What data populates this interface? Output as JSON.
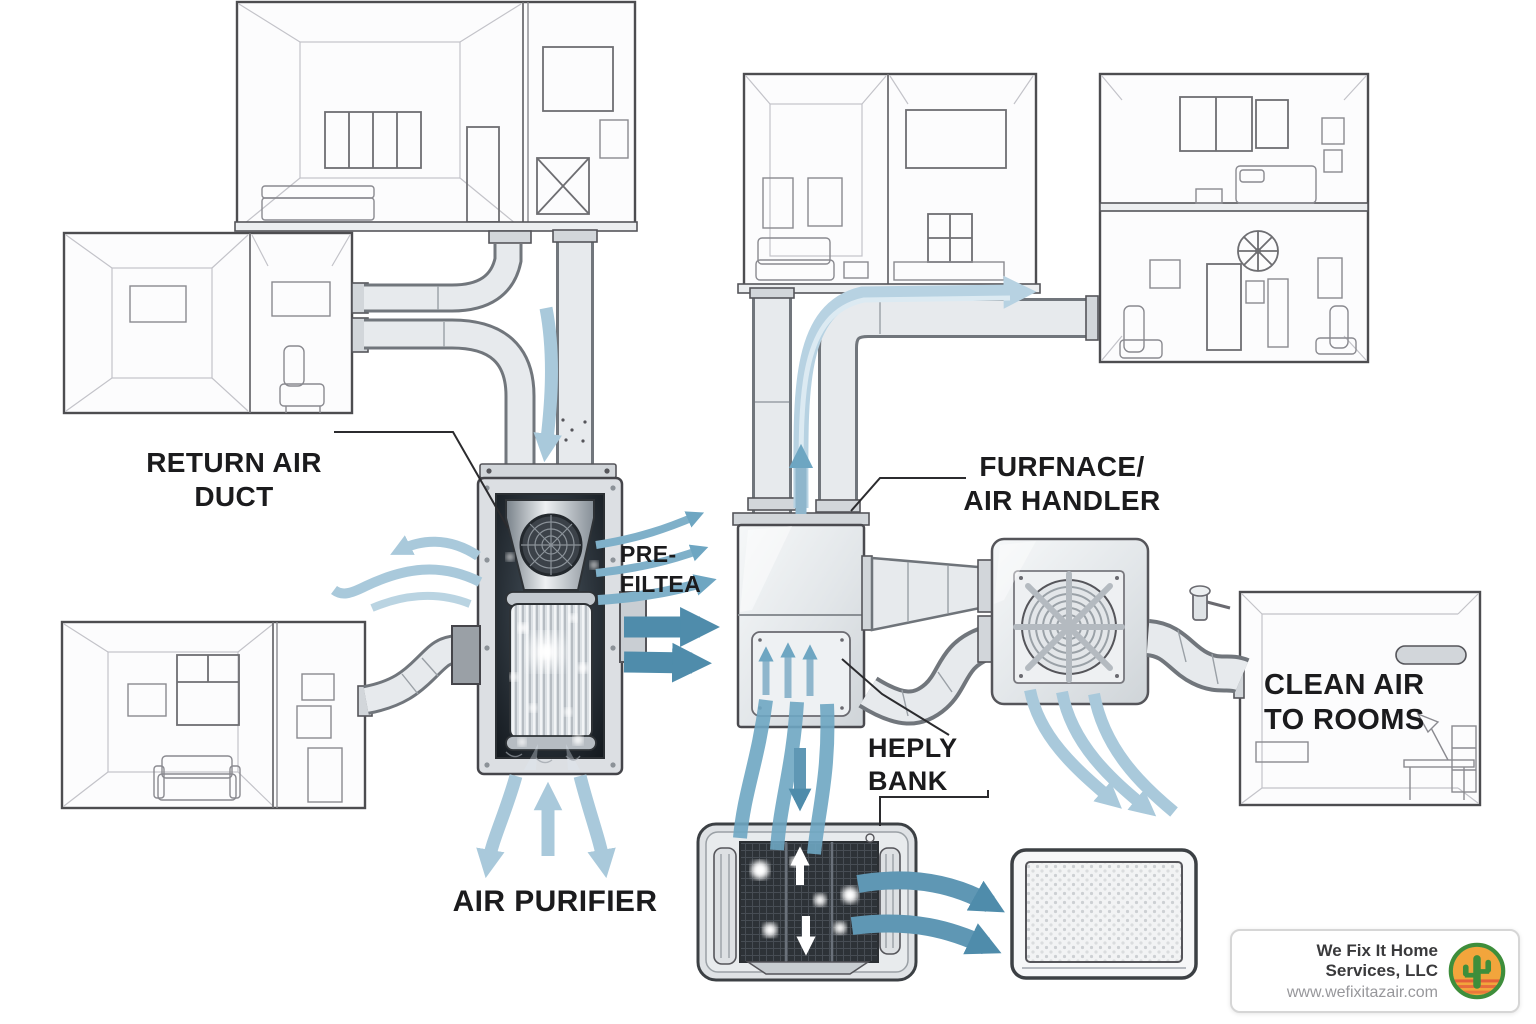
{
  "diagram": {
    "labels": {
      "return_air_duct": "RETURN AIR\nDUCT",
      "pre_filter": "PRE-\nFILTEA",
      "furnace_air_handler": "FURFNACE/\nAIR HANDLER",
      "hepa_bank": "HEPLY\nBANK",
      "clean_air_to_rooms": "CLEAN AIR\nTO ROOMS",
      "air_purifier": "AIR PURIFIER"
    },
    "branding": {
      "company": "We Fix It Home Services, LLC",
      "website": "www.wefixitazair.com"
    },
    "colors": {
      "flow_strong": "#4f8cab",
      "flow_medium": "#6ea6c2",
      "flow_light": "#a9c9db",
      "flow_pale": "#b7d2e2",
      "line_art": "#6e6e72",
      "label_text": "#1b1b1d",
      "logo_green": "#3e8e3b",
      "logo_orange": "#f2a53c"
    }
  }
}
